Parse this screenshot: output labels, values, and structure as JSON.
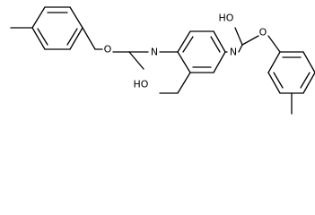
{
  "molecule": {
    "atoms": {
      "o_left": "O",
      "n_left": "N",
      "ho_left": "HO",
      "ho_right": "HO",
      "n_right": "N",
      "o_right": "O"
    }
  },
  "colors": {
    "background": "#ffffff",
    "bond": "#000000",
    "label": "#000000"
  }
}
